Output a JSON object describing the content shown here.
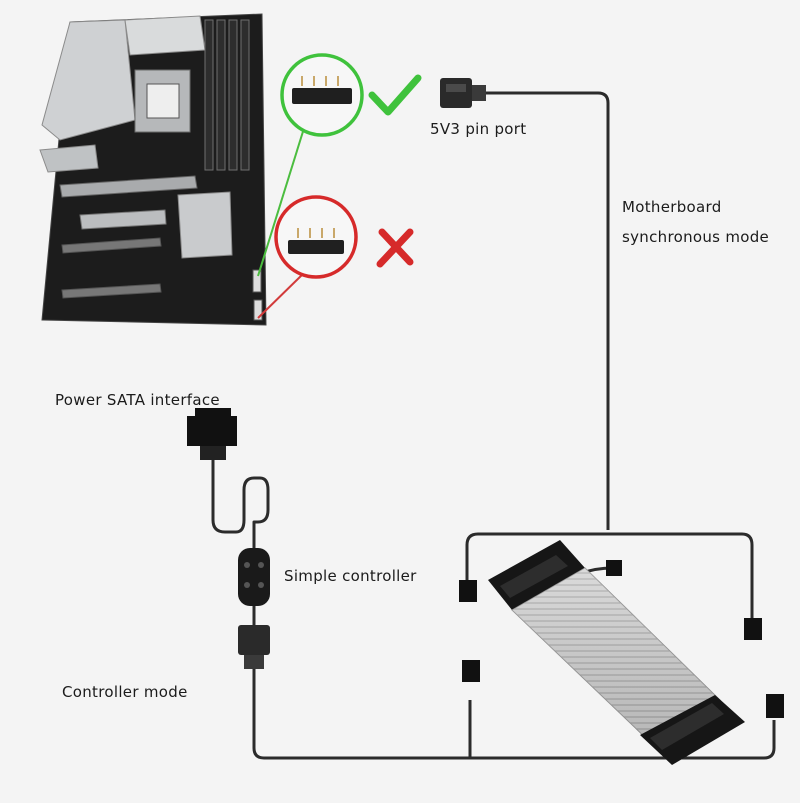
{
  "labels": {
    "pin_port": "5V3 pin port",
    "motherboard_mode_line1": "Motherboard",
    "motherboard_mode_line2": "synchronous mode",
    "power_sata": "Power SATA interface",
    "simple_controller": "Simple controller",
    "controller_mode": "Controller mode"
  },
  "colors": {
    "correct": "#3fc23c",
    "wrong": "#d62a2a",
    "cable": "#2b2b2b",
    "background": "#f4f4f4"
  },
  "icons": {
    "correct": "check-mark-icon",
    "wrong": "cross-mark-icon"
  }
}
